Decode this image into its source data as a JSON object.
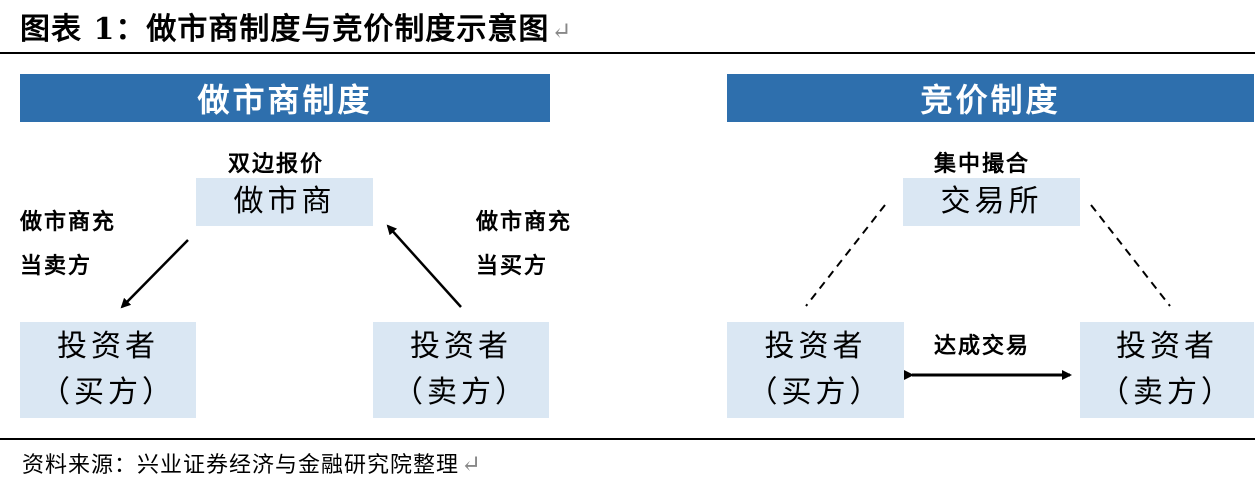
{
  "figure": {
    "title": "图表 1：做市商制度与竞价制度示意图",
    "return_mark": "↵"
  },
  "market_maker": {
    "header": "做市商制度",
    "top_label": "双边报价",
    "center_box": "做市商",
    "left_label_line1": "做市商充",
    "left_label_line2": "当卖方",
    "right_label_line1": "做市商充",
    "right_label_line2": "当买方",
    "left_box_line1": "投资者",
    "left_box_line2": "（买方）",
    "right_box_line1": "投资者",
    "right_box_line2": "（卖方）"
  },
  "auction": {
    "header": "竞价制度",
    "top_label": "集中撮合",
    "center_box": "交易所",
    "middle_label": "达成交易",
    "left_box_line1": "投资者",
    "left_box_line2": "（买方）",
    "right_box_line1": "投资者",
    "right_box_line2": "（卖方）"
  },
  "source": {
    "text": "资料来源：兴业证券经济与金融研究院整理",
    "return_mark": "↵"
  },
  "colors": {
    "header_bar": "#2e6fad",
    "box_fill": "#dae7f3"
  }
}
